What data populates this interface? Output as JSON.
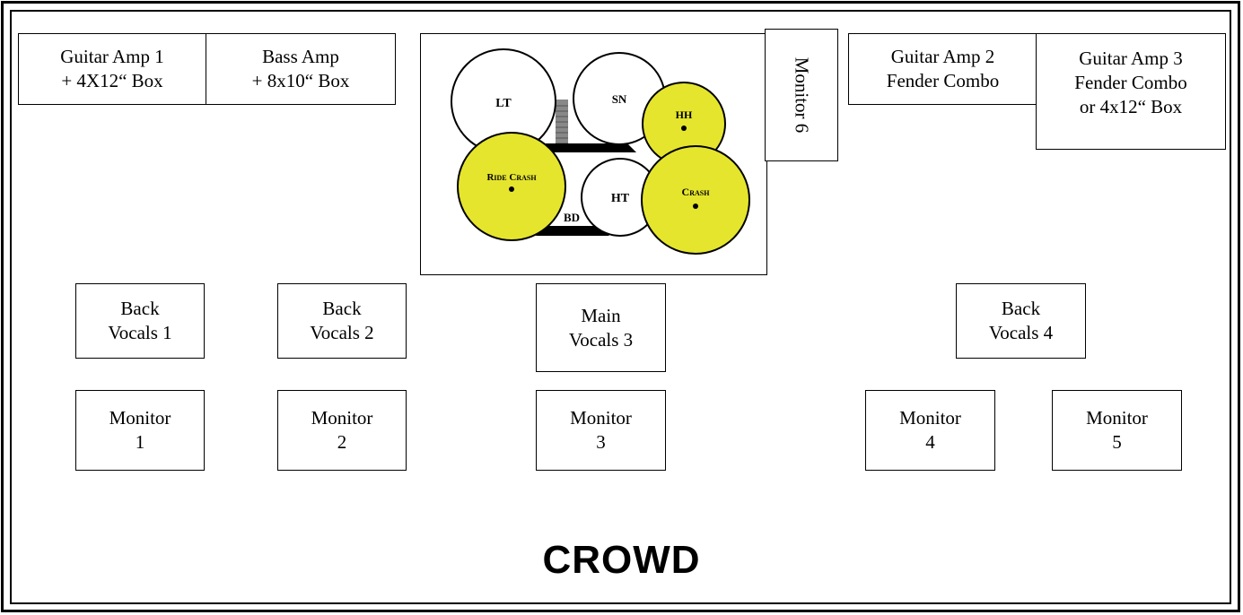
{
  "stage": {
    "guitar_amp_1": {
      "line1": "Guitar Amp 1",
      "line2": "+ 4X12“ Box"
    },
    "bass_amp": {
      "line1": "Bass Amp",
      "line2": "+ 8x10“ Box"
    },
    "monitor_6": {
      "label": "Monitor 6"
    },
    "guitar_amp_2": {
      "line1": "Guitar Amp 2",
      "line2": "Fender Combo"
    },
    "guitar_amp_3": {
      "line1": "Guitar Amp 3",
      "line2": "Fender Combo",
      "line3": "or 4x12“ Box"
    },
    "back_vocals_1": {
      "line1": "Back",
      "line2": "Vocals 1"
    },
    "back_vocals_2": {
      "line1": "Back",
      "line2": "Vocals 2"
    },
    "main_vocals_3": {
      "line1": "Main",
      "line2": "Vocals 3"
    },
    "back_vocals_4": {
      "line1": "Back",
      "line2": "Vocals 4"
    },
    "monitor_1": {
      "line1": "Monitor",
      "line2": "1"
    },
    "monitor_2": {
      "line1": "Monitor",
      "line2": "2"
    },
    "monitor_3": {
      "line1": "Monitor",
      "line2": "3"
    },
    "monitor_4": {
      "line1": "Monitor",
      "line2": "4"
    },
    "monitor_5": {
      "line1": "Monitor",
      "line2": "5"
    },
    "crowd": "CROWD"
  },
  "drums": {
    "lt": "LT",
    "sn": "SN",
    "hh": "HH",
    "ride_crash": "Ride Crash",
    "ht": "HT",
    "crash": "Crash",
    "bd": "BD"
  },
  "colors": {
    "cymbal_fill": "#e5e52e",
    "line": "#000000"
  }
}
